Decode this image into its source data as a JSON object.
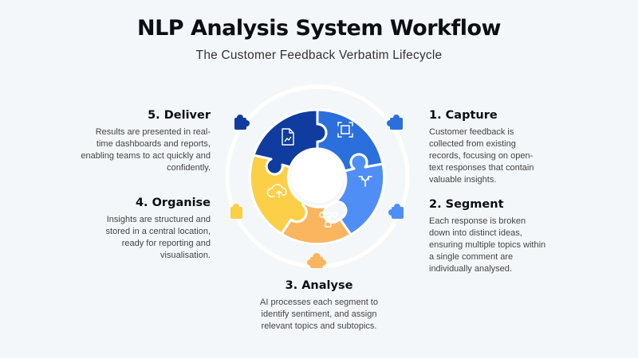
{
  "header": {
    "title": "NLP Analysis System Workflow",
    "subtitle": "The Customer Feedback Verbatim Lifecycle"
  },
  "steps": [
    {
      "title": "1. Capture",
      "text": "Customer feedback is collected from existing records, focusing on open-text responses that contain valuable insights.",
      "color": "#2b6fdc",
      "icon": "scan-icon"
    },
    {
      "title": "2. Segment",
      "text": "Each response is broken down into distinct ideas, ensuring multiple topics within a single comment are individually analysed.",
      "color": "#4f8ef5",
      "icon": "split-arrow-icon"
    },
    {
      "title": "3. Analyse",
      "text": "AI processes each segment to identify sentiment, and assign relevant topics and subtopics.",
      "color": "#fbb55f",
      "icon": "ai-network-icon"
    },
    {
      "title": "4. Organise",
      "text": "Insights are structured and stored in a central location, ready for reporting and visualisation.",
      "color": "#fbcf48",
      "icon": "cloud-upload-icon"
    },
    {
      "title": "5. Deliver",
      "text": "Results are presented in real-time dashboards and reports, enabling teams to act quickly and confidently.",
      "color": "#0f3c9e",
      "icon": "report-chart-icon"
    }
  ]
}
